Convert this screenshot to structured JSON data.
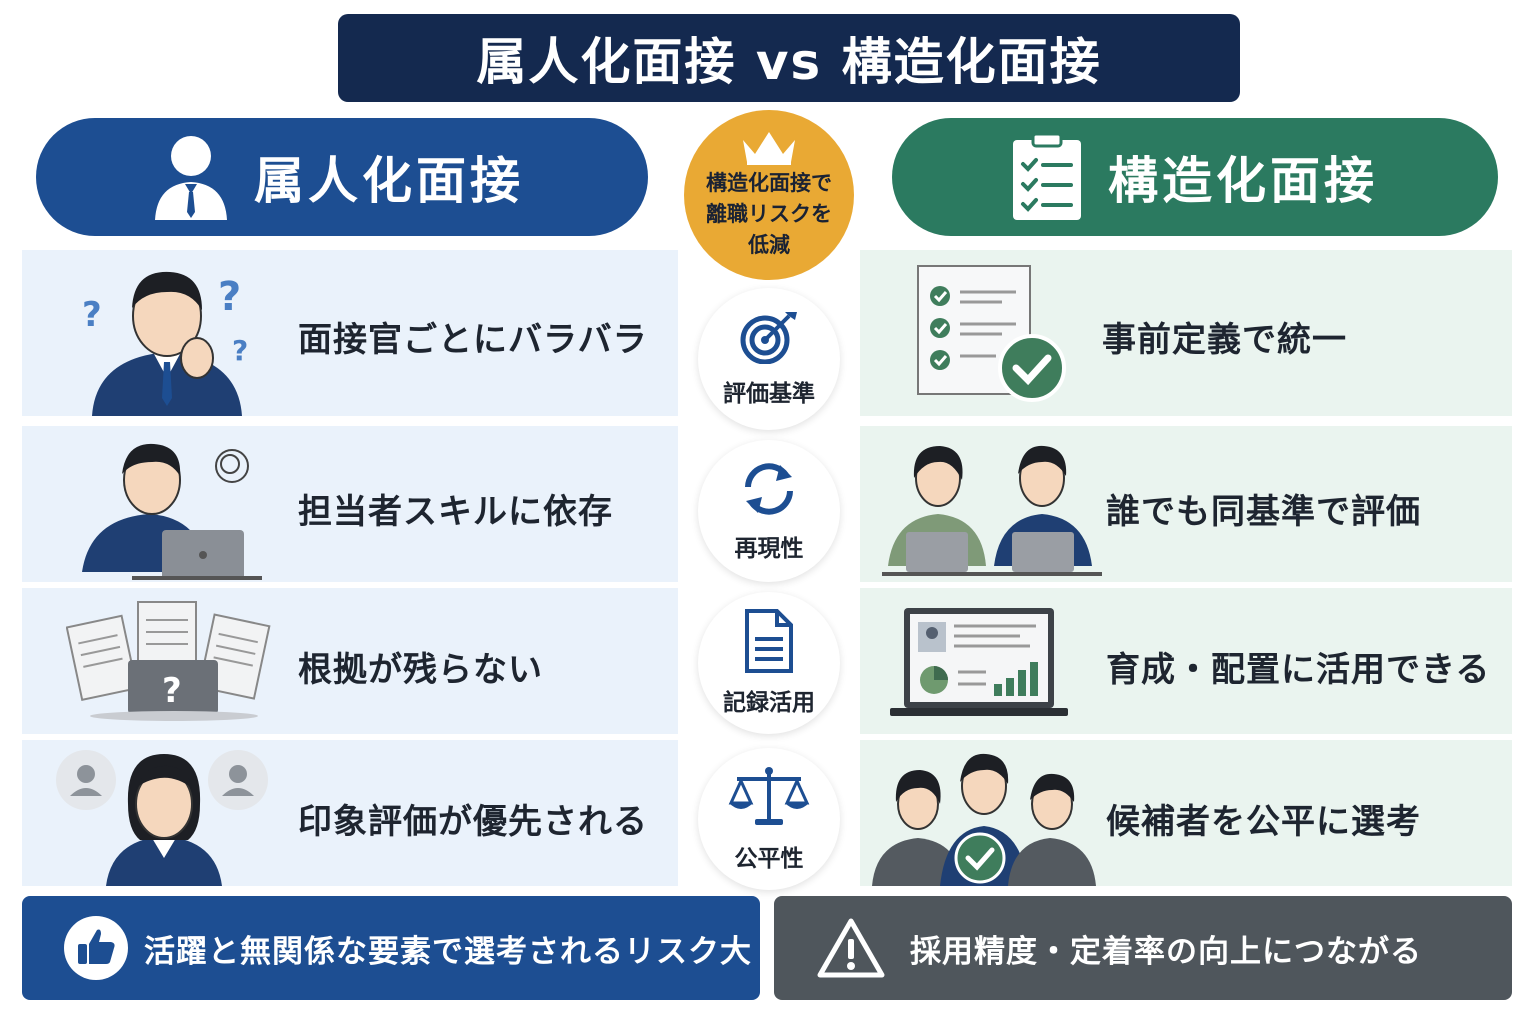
{
  "title": "属人化面接 vs 構造化面接",
  "left_header": "属人化面接",
  "right_header": "構造化面接",
  "center_badge": [
    "構造化面接で",
    "離職リスクを",
    "低減"
  ],
  "rows": [
    {
      "criterion": "評価基準",
      "left": "面接官ごとにバラバラ",
      "right": "事前定義で統一"
    },
    {
      "criterion": "再現性",
      "left": "担当者スキルに依存",
      "right": "誰でも同基準で評価"
    },
    {
      "criterion": "記録活用",
      "left": "根拠が残らない",
      "right": "育成・配置に活用できる"
    },
    {
      "criterion": "公平性",
      "left": "印象評価が優先される",
      "right": "候補者を公平に選考"
    }
  ],
  "bottom_left": "活躍と無関係な要素で選考されるリスク大",
  "bottom_right": "採用精度・定着率の向上につながる",
  "icons": {
    "left_header": "person-suit-icon",
    "right_header": "checklist-icon",
    "badge": "crown-icon",
    "criteria": [
      "target-icon",
      "refresh-icon",
      "document-icon",
      "scales-icon"
    ],
    "bottom_left": "thumbs-up-icon",
    "bottom_right": "warning-icon"
  },
  "colors": {
    "navy": "#14294f",
    "blue": "#1d4e92",
    "green": "#2b7a60",
    "gold": "#e9a934",
    "gray": "#4f565c"
  }
}
